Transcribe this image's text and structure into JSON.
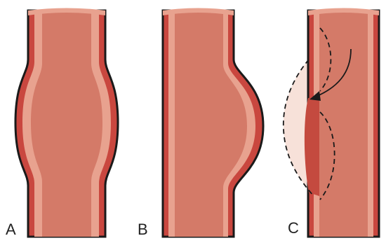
{
  "figure": {
    "panels": [
      {
        "id": "A",
        "label": "A",
        "type": "fusiform-aneurysm"
      },
      {
        "id": "B",
        "label": "B",
        "type": "saccular-aneurysm"
      },
      {
        "id": "C",
        "label": "C",
        "type": "dissecting-aneurysm"
      }
    ],
    "colors": {
      "outline": "#1a1a1a",
      "wall": "#c9473f",
      "inner_stripe": "#e8a28f",
      "lumen": "#d47a68",
      "hematoma": "#c44a3f",
      "false_lumen_fill": "#f7e1d9"
    }
  }
}
